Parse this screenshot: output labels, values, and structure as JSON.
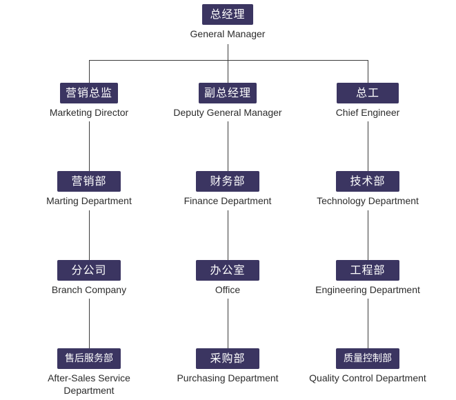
{
  "nodes": {
    "root": {
      "zh": "总经理",
      "en": "General Manager"
    },
    "mkt_dir": {
      "zh": "营销总监",
      "en": "Marketing Director"
    },
    "dep_gm": {
      "zh": "副总经理",
      "en": "Deputy General Manager"
    },
    "chief": {
      "zh": "总工",
      "en": "Chief Engineer"
    },
    "mkt_dep": {
      "zh": "营销部",
      "en": "Marting Department"
    },
    "fin_dep": {
      "zh": "财务部",
      "en": "Finance Department"
    },
    "tech_dep": {
      "zh": "技术部",
      "en": "Technology Department"
    },
    "branch": {
      "zh": "分公司",
      "en": "Branch Company"
    },
    "office": {
      "zh": "办公室",
      "en": "Office"
    },
    "eng_dep": {
      "zh": "工程部",
      "en": "Engineering Department"
    },
    "after": {
      "zh": "售后服务部",
      "en": "After-Sales Service Department"
    },
    "purch": {
      "zh": "采购部",
      "en": "Purchasing Department"
    },
    "qc": {
      "zh": "质量控制部",
      "en": "Quality Control Department"
    }
  },
  "colors": {
    "box": "#3b3561",
    "line": "#3a3a3a"
  }
}
